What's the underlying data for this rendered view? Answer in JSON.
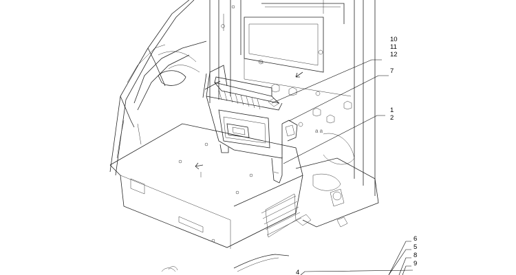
{
  "diagram": {
    "callouts": {
      "c10": "10",
      "c11": "11",
      "c12": "12",
      "c7": "7",
      "c1": "1",
      "c2": "2",
      "c6": "6",
      "c5": "5",
      "c8": "8",
      "c9": "9",
      "c4": "4"
    },
    "stencil": "a a"
  }
}
